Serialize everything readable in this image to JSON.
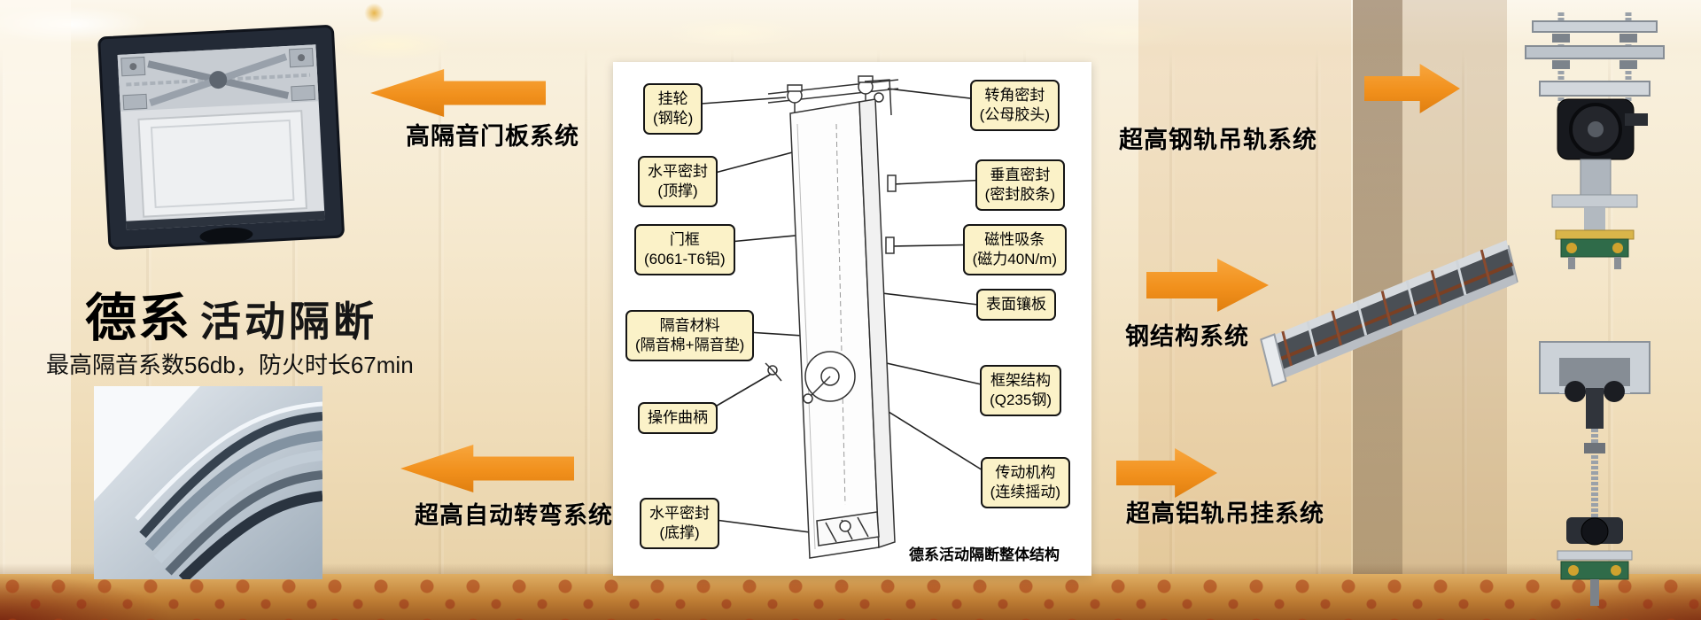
{
  "title": {
    "brand": "德系",
    "name": "活动隔断",
    "subtitle": "最高隔音系数56db，防火时长67min"
  },
  "arrows": {
    "left_top": {
      "label": "高隔音门板系统",
      "direction": "left"
    },
    "left_bottom": {
      "label": "超高自动转弯系统",
      "direction": "left"
    },
    "right_top": {
      "label": "超高钢轨吊轨系统",
      "direction": "right"
    },
    "right_middle": {
      "label": "钢结构系统",
      "direction": "right"
    },
    "right_bottom": {
      "label": "超高铝轨吊挂系统",
      "direction": "right"
    }
  },
  "diagram": {
    "caption": "德系活动隔断整体结构",
    "left_callouts": [
      {
        "line1": "挂轮",
        "line2": "(钢轮)"
      },
      {
        "line1": "水平密封",
        "line2": "(顶撑)"
      },
      {
        "line1": "门框",
        "line2": "(6061-T6铝)"
      },
      {
        "line1": "隔音材料",
        "line2": "(隔音棉+隔音垫)"
      },
      {
        "line1": "操作曲柄"
      },
      {
        "line1": "水平密封",
        "line2": "(底撑)"
      }
    ],
    "right_callouts": [
      {
        "line1": "转角密封",
        "line2": "(公母胶头)"
      },
      {
        "line1": "垂直密封",
        "line2": "(密封胶条)"
      },
      {
        "line1": "磁性吸条",
        "line2": "(磁力40N/m)"
      },
      {
        "line1": "表面镶板"
      },
      {
        "line1": "框架结构",
        "line2": "(Q235钢)"
      },
      {
        "line1": "传动机构",
        "line2": "(连续摇动)"
      }
    ]
  },
  "colors": {
    "arrow_orange": "#F1901C",
    "callout_bg": "#FBF2C8",
    "callout_border": "#151515"
  }
}
